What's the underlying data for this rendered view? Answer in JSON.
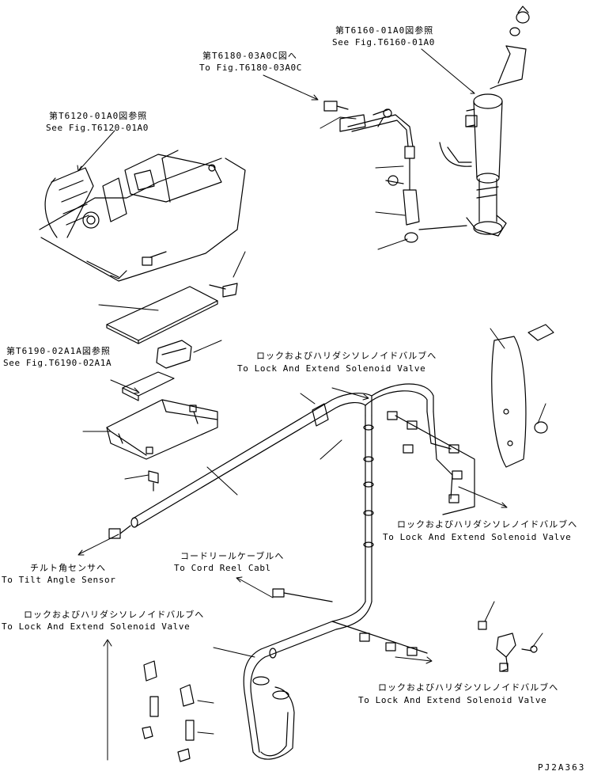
{
  "callouts": {
    "fig_t6160": {
      "jp": "第T6160-01A0図参照",
      "en": "See Fig.T6160-01A0"
    },
    "fig_t6180": {
      "jp": "第T6180-03A0C図へ",
      "en": "To Fig.T6180-03A0C"
    },
    "fig_t6120": {
      "jp": "第T6120-01A0図参照",
      "en": "See Fig.T6120-01A0"
    },
    "fig_t6190": {
      "jp": "第T6190-02A1A図参照",
      "en": "See Fig.T6190-02A1A"
    },
    "lock_top": {
      "jp": "ロックおよびハリダシソレノイドバルブへ",
      "en": "To Lock And Extend Solenoid Valve"
    },
    "lock_right": {
      "jp": "ロックおよびハリダシソレノイドバルブへ",
      "en": "To Lock And Extend Solenoid Valve"
    },
    "tilt": {
      "jp": "チルト角センサへ",
      "en": "To Tilt Angle Sensor"
    },
    "cord_reel": {
      "jp": "コードリールケーブルへ",
      "en": "To Cord Reel Cabl"
    },
    "lock_left": {
      "jp": "ロックおよびハリダシソレノイドバルブへ",
      "en": "To Lock And Extend Solenoid Valve"
    },
    "lock_bottom": {
      "jp": "ロックおよびハリダシソレノイドバルブへ",
      "en": "To Lock And Extend Solenoid Valve"
    }
  },
  "drawing_code": "PJ2A363",
  "line_color": "#000000",
  "background": "#ffffff"
}
